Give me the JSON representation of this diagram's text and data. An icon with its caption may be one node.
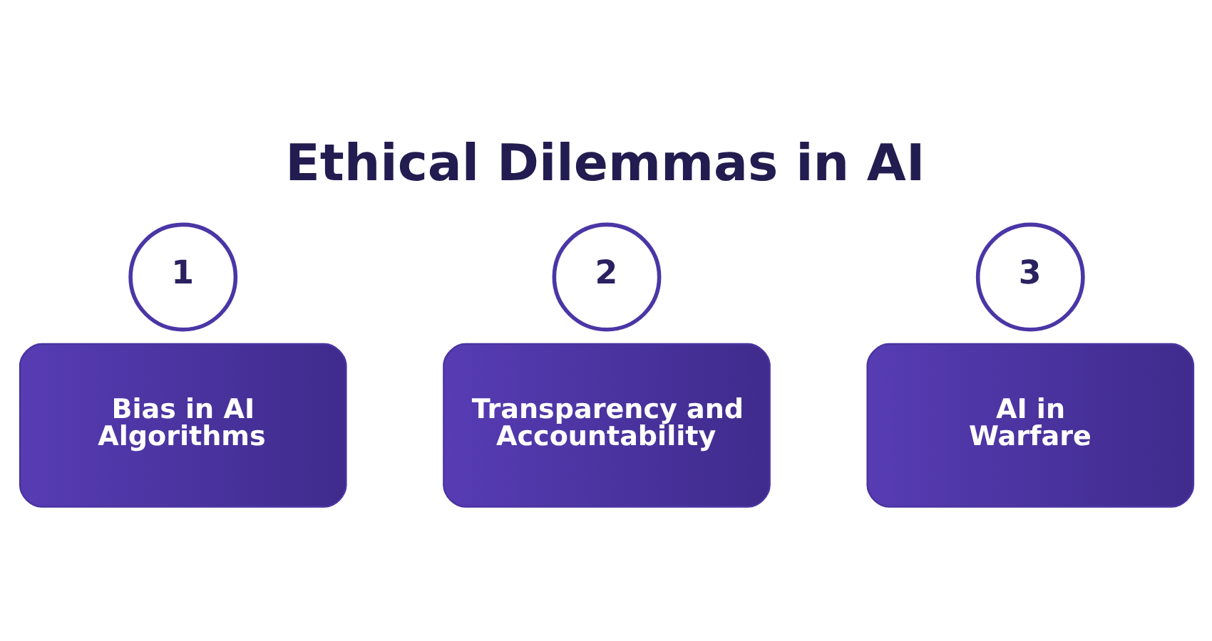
{
  "diagram": {
    "title": "Ethical Dilemmas in AI",
    "nodes": [
      {
        "text": [
          "1"
        ]
      },
      {
        "text": [
          "Bias in AI Algorithms"
        ]
      },
      {
        "text": [
          "2"
        ]
      },
      {
        "text": [
          "Transparency and Accountability"
        ]
      },
      {
        "text": [
          "3"
        ]
      },
      {
        "text": [
          "AI in Warfare"
        ]
      }
    ]
  }
}
